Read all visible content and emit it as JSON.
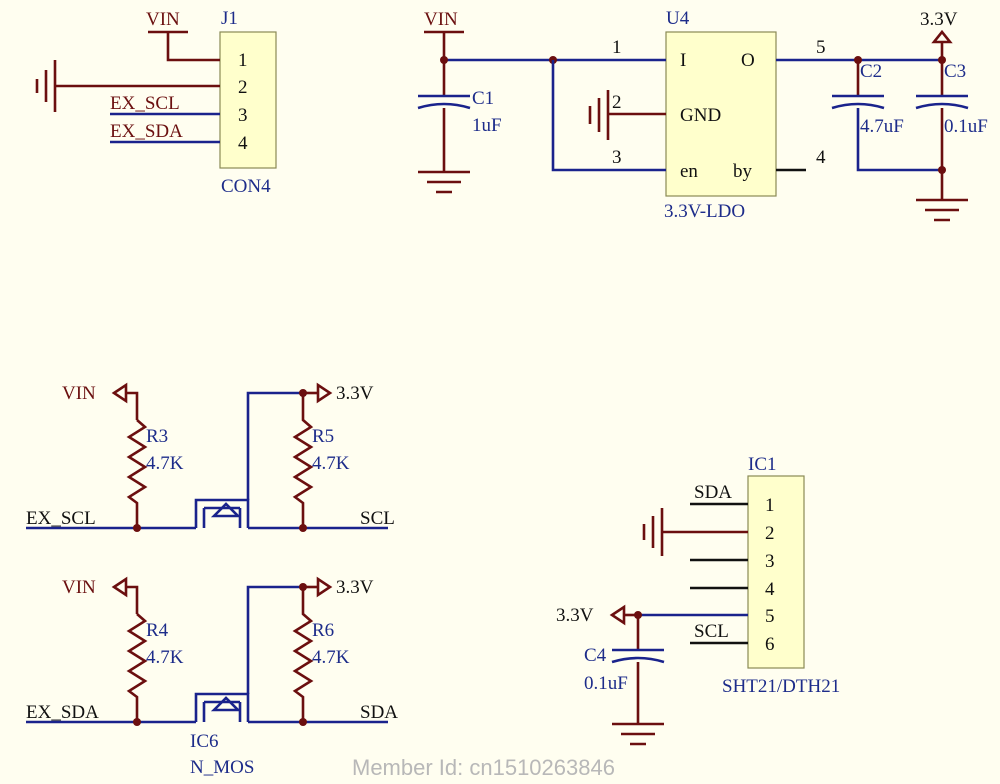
{
  "j1": {
    "ref": "J1",
    "value": "CON4",
    "vin": "VIN",
    "pins": [
      "1",
      "2",
      "3",
      "4"
    ],
    "net_scl": "EX_SCL",
    "net_sda": "EX_SDA"
  },
  "u4": {
    "ref": "U4",
    "value": "3.3V-LDO",
    "vin": "VIN",
    "out_rail": "3.3V",
    "pin_i": "I",
    "pin_o": "O",
    "pin_gnd": "GND",
    "pin_en": "en",
    "pin_by": "by",
    "num_1": "1",
    "num_2": "2",
    "num_3": "3",
    "num_4": "4",
    "num_5": "5"
  },
  "caps": {
    "c1": {
      "ref": "C1",
      "value": "1uF"
    },
    "c2": {
      "ref": "C2",
      "value": "4.7uF"
    },
    "c3": {
      "ref": "C3",
      "value": "0.1uF"
    },
    "c4": {
      "ref": "C4",
      "value": "0.1uF"
    }
  },
  "shifter_scl": {
    "vin": "VIN",
    "rail": "3.3V",
    "r_low": {
      "ref": "R3",
      "value": "4.7K"
    },
    "r_high": {
      "ref": "R5",
      "value": "4.7K"
    },
    "in_net": "EX_SCL",
    "out_net": "SCL"
  },
  "shifter_sda": {
    "vin": "VIN",
    "rail": "3.3V",
    "r_low": {
      "ref": "R4",
      "value": "4.7K"
    },
    "r_high": {
      "ref": "R6",
      "value": "4.7K"
    },
    "in_net": "EX_SDA",
    "out_net": "SDA",
    "fet_ref": "IC6",
    "fet_value": "N_MOS"
  },
  "ic1": {
    "ref": "IC1",
    "value": "SHT21/DTH21",
    "pins": [
      "1",
      "2",
      "3",
      "4",
      "5",
      "6"
    ],
    "net_sda": "SDA",
    "net_scl": "SCL",
    "rail": "3.3V"
  },
  "watermark": "Member Id: cn1510263846"
}
